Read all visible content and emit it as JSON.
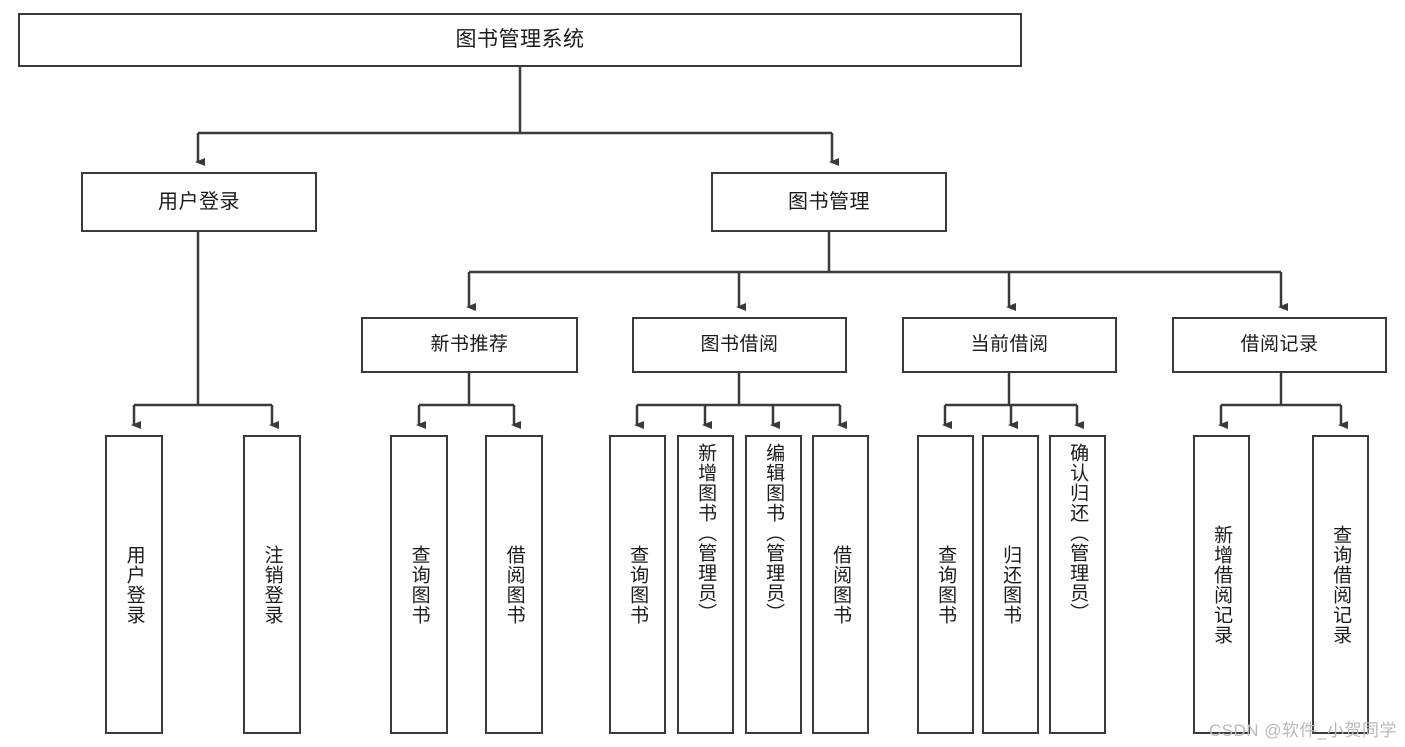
{
  "diagram": {
    "title": "图书管理系统",
    "root": {
      "id": "root",
      "label": "图书管理系统"
    },
    "level1": [
      {
        "id": "user-login",
        "label": "用户登录"
      },
      {
        "id": "book-manage",
        "label": "图书管理"
      }
    ],
    "level2": [
      {
        "id": "new-book-recommend",
        "label": "新书推荐"
      },
      {
        "id": "book-borrow",
        "label": "图书借阅"
      },
      {
        "id": "current-borrow",
        "label": "当前借阅"
      },
      {
        "id": "borrow-record",
        "label": "借阅记录"
      }
    ],
    "leaves": {
      "user_login": [
        {
          "id": "leaf-user-login",
          "label": "用户登录"
        },
        {
          "id": "leaf-logout-login",
          "label": "注销登录"
        }
      ],
      "new_book_recommend": [
        {
          "id": "leaf-query-book-1",
          "label": "查询图书"
        },
        {
          "id": "leaf-borrow-book-1",
          "label": "借阅图书"
        }
      ],
      "book_borrow": [
        {
          "id": "leaf-query-book-2",
          "label": "查询图书"
        },
        {
          "id": "leaf-add-book",
          "label": "新增图书（管理员）"
        },
        {
          "id": "leaf-edit-book",
          "label": "编辑图书（管理员）"
        },
        {
          "id": "leaf-borrow-book-2",
          "label": "借阅图书"
        }
      ],
      "current_borrow": [
        {
          "id": "leaf-query-book-3",
          "label": "查询图书"
        },
        {
          "id": "leaf-return-book",
          "label": "归还图书"
        },
        {
          "id": "leaf-confirm-return",
          "label": "确认归还（管理员）"
        }
      ],
      "borrow_record": [
        {
          "id": "leaf-add-record",
          "label": "新增借阅记录"
        },
        {
          "id": "leaf-query-record",
          "label": "查询借阅记录"
        }
      ]
    },
    "colors": {
      "stroke": "#3a3a3a",
      "fill": "#ffffff",
      "text": "#1b1b1b",
      "watermark": "#b9b9b9"
    }
  },
  "watermark": {
    "text": "CSDN @软件_小贺同学"
  }
}
